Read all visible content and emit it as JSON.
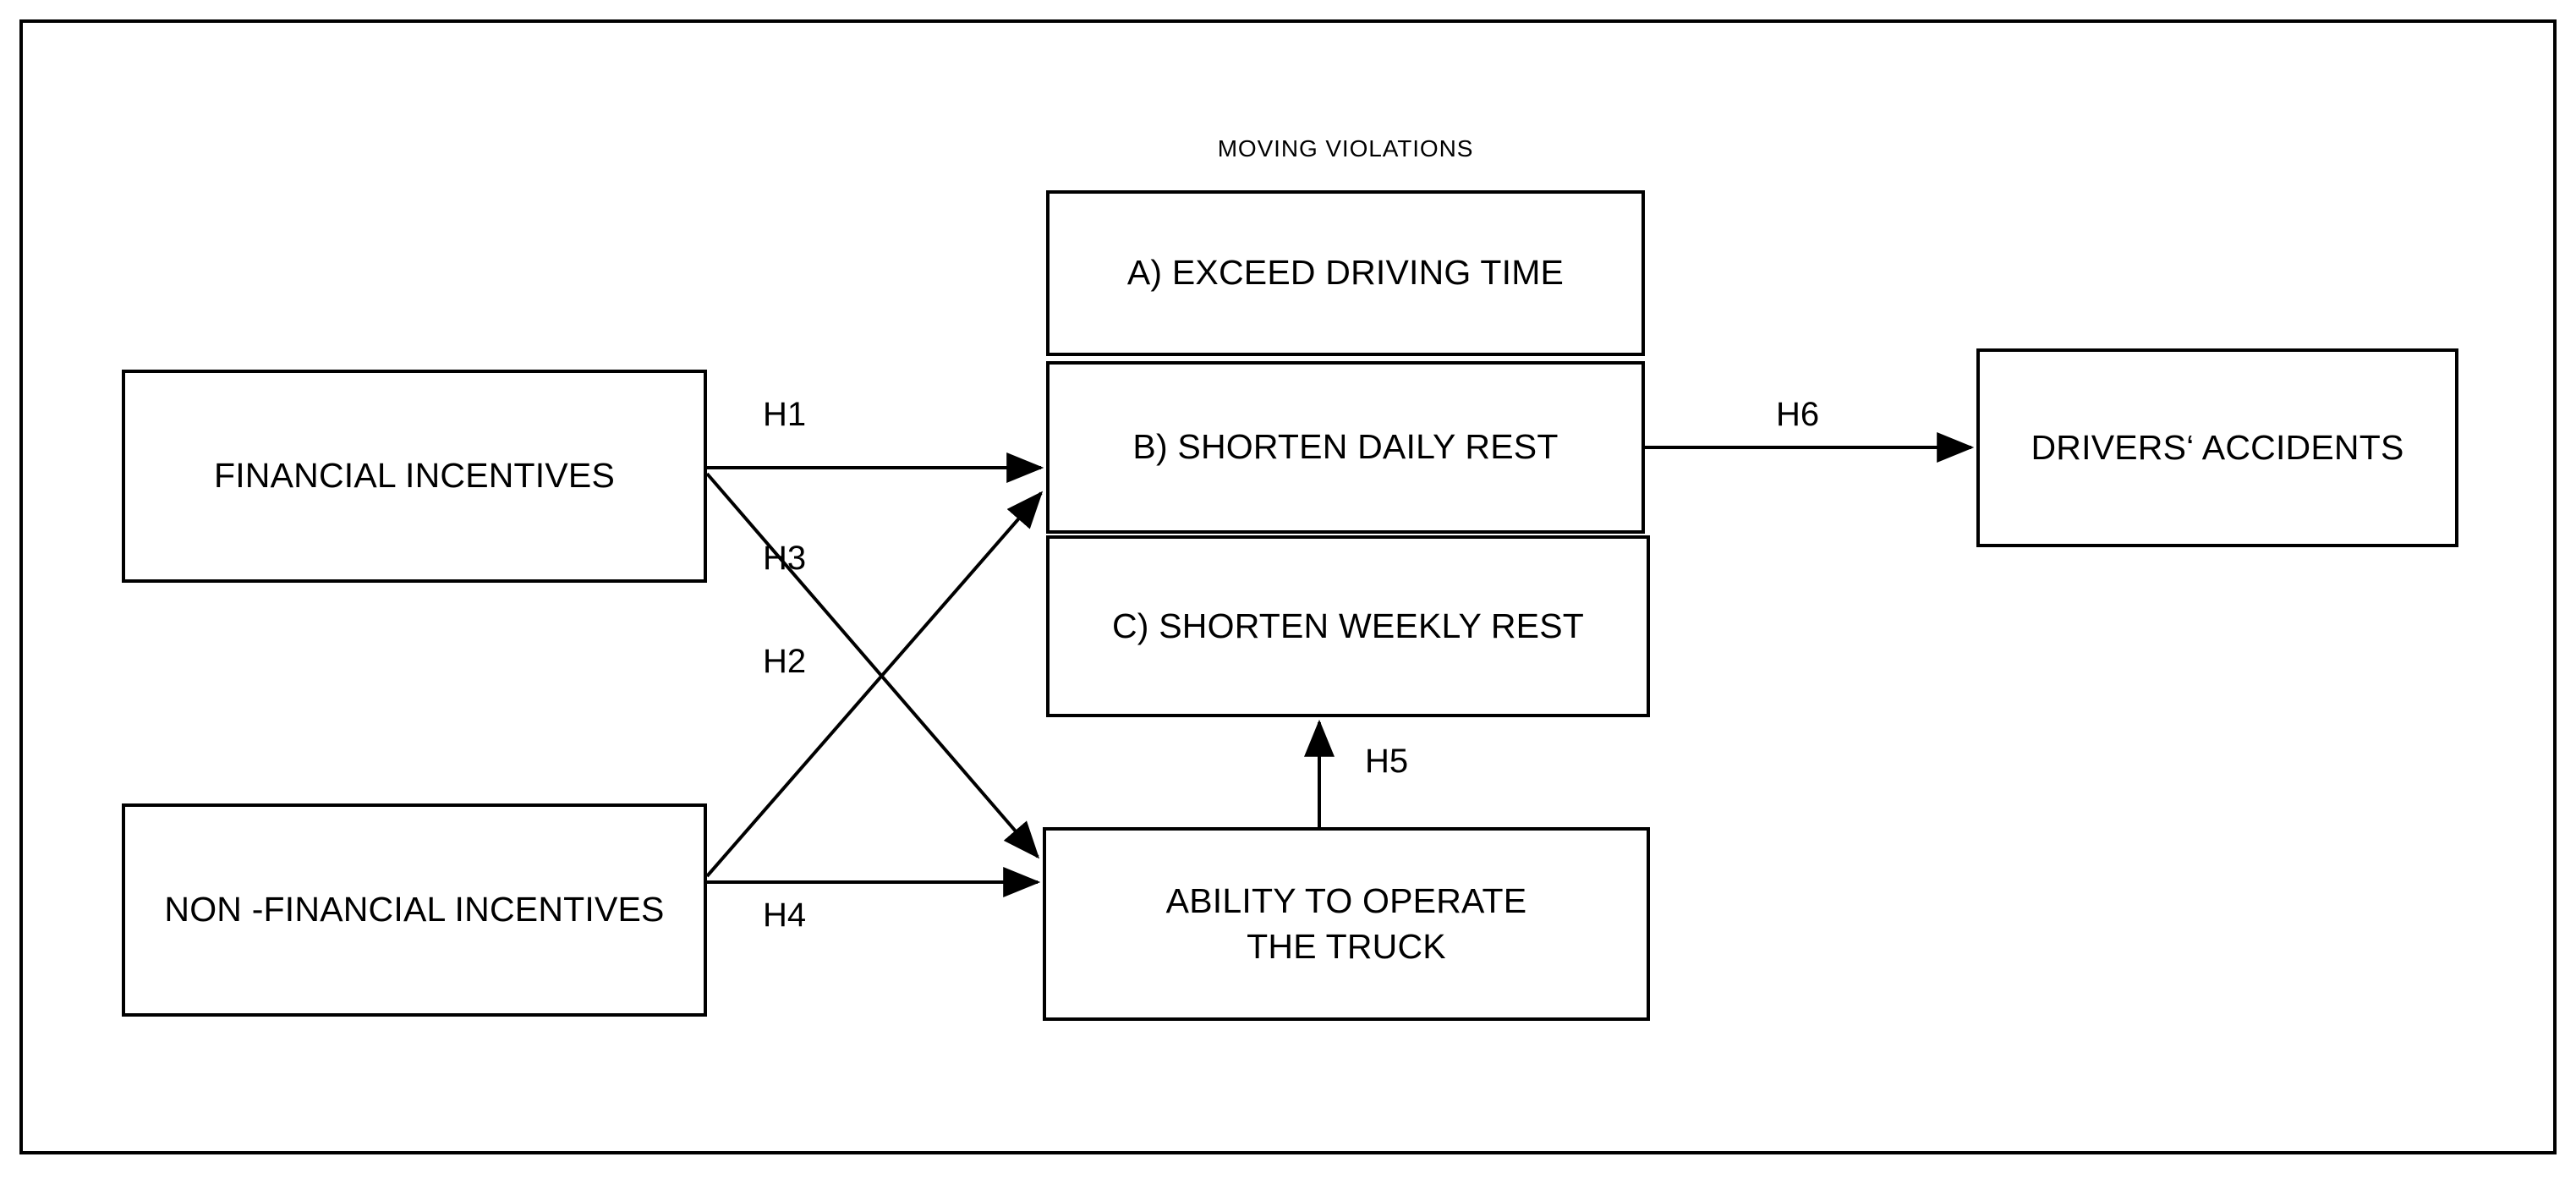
{
  "figure": {
    "title": "Conceptual research model: incentives, moving violations and drivers' accidents",
    "group_caption": "MOVING VIOLATIONS"
  },
  "nodes": {
    "financial_incentives": "FINANCIAL INCENTIVES",
    "non_financial_incentives": "NON -FINANCIAL INCENTIVES",
    "exceed_driving_time": "A) EXCEED DRIVING TIME",
    "shorten_daily_rest": "B) SHORTEN DAILY REST",
    "shorten_weekly_rest": "C) SHORTEN WEEKLY REST",
    "ability_to_operate_line1": "ABILITY TO OPERATE",
    "ability_to_operate_line2": "THE TRUCK",
    "drivers_accidents": "DRIVERS‘ ACCIDENTS"
  },
  "hypotheses": [
    {
      "id": "H1",
      "label": "H1",
      "from": "FINANCIAL INCENTIVES",
      "to": "B) SHORTEN DAILY REST"
    },
    {
      "id": "H2",
      "label": "H2",
      "from": "NON -FINANCIAL INCENTIVES",
      "to": "B) SHORTEN DAILY REST"
    },
    {
      "id": "H3",
      "label": "H3",
      "from": "FINANCIAL INCENTIVES",
      "to": "ABILITY TO OPERATE THE TRUCK"
    },
    {
      "id": "H4",
      "label": "H4",
      "from": "NON -FINANCIAL INCENTIVES",
      "to": "ABILITY TO OPERATE THE TRUCK"
    },
    {
      "id": "H5",
      "label": "H5",
      "from": "ABILITY TO OPERATE THE TRUCK",
      "to": "C) SHORTEN WEEKLY REST"
    },
    {
      "id": "H6",
      "label": "H6",
      "from": "B) SHORTEN DAILY REST",
      "to": "DRIVERS‘ ACCIDENTS"
    }
  ],
  "colors": {
    "stroke": "#000000",
    "background": "#ffffff",
    "text": "#000000"
  }
}
